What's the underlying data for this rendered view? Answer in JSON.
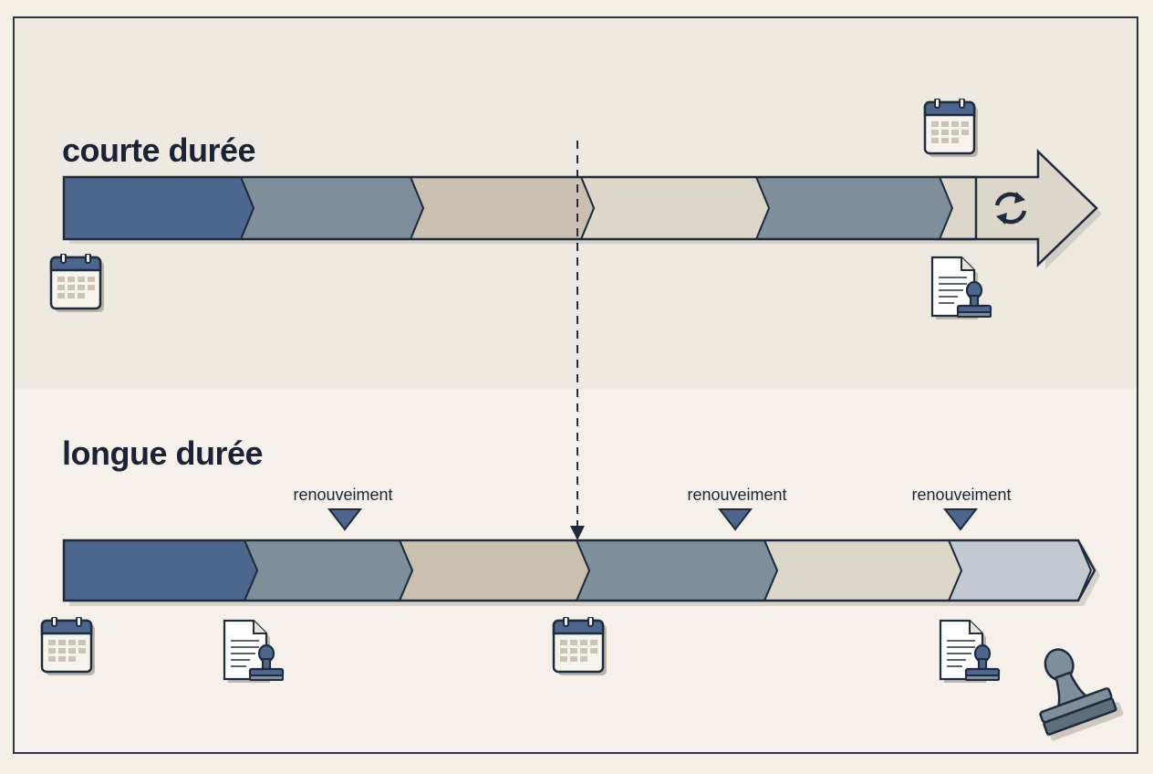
{
  "tracks": {
    "short": {
      "title": "courte durée",
      "colors": [
        "#4d668e",
        "#7f8e9b",
        "#c9c0b0",
        "#ddd7ca",
        "#7f8e9b",
        "#ddd7cb"
      ]
    },
    "long": {
      "title": "longue durée",
      "colors": [
        "#4d668e",
        "#7f8e9b",
        "#c9c0b0",
        "#7f8e9b",
        "#ddd7ca",
        "#c3c9d1"
      ],
      "renewals": [
        {
          "label": "renouveiment"
        },
        {
          "label": "renouveiment"
        },
        {
          "label": "renouveiment"
        }
      ]
    }
  },
  "icons": {
    "calendar": "calendar-icon",
    "document_stamp": "document-stamp-icon",
    "renew": "refresh-icon",
    "stamp": "stamp-icon"
  },
  "palette": {
    "outline": "#1f2a3c",
    "navy": "#4d668e",
    "shadow": "#bdb7ad"
  }
}
